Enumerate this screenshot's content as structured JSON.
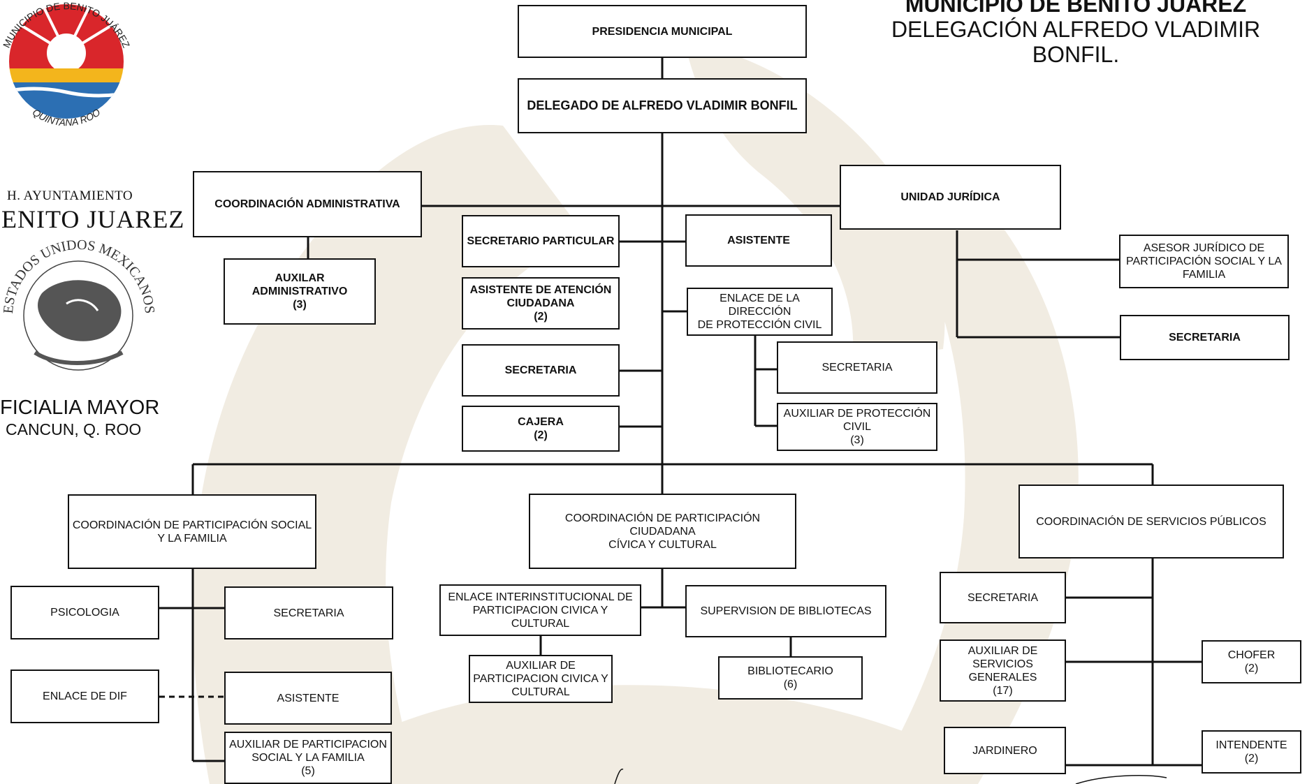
{
  "header": {
    "title": "MUNICIPIO DE BENITO JUÁREZ",
    "subtitle": "DELEGACIÓN ALFREDO VLADIMIR\nBONFIL."
  },
  "logo_seal": {
    "ring_text": "MUNICIPIO DE BENITO JUÁREZ",
    "bottom_text": "QUINTANA ROO",
    "colors": {
      "red": "#d9262b",
      "yellow": "#f3b51c",
      "blue": "#2c6fb3"
    }
  },
  "sidebar": {
    "ayuntamiento": "H. AYUNTAMIENTO",
    "name": "ENITO JUAREZ",
    "eagle_ring_text": "ESTADOS UNIDOS MEXICANOS",
    "oficialia": "FICIALIA MAYOR",
    "city": "CANCUN, Q. ROO"
  },
  "boxes": {
    "presidencia": {
      "label": "PRESIDENCIA MUNICIPAL"
    },
    "delegado": {
      "label": "DELEGADO DE ALFREDO VLADIMIR  BONFIL"
    },
    "coord_admin": {
      "label": "COORDINACIÓN ADMINISTRATIVA"
    },
    "aux_admin": {
      "label": "AUXILAR\nADMINISTRATIVO",
      "count": "(3)"
    },
    "unidad_juridica": {
      "label": "UNIDAD JURÍDICA"
    },
    "secretario_particular": {
      "label": "SECRETARIO  PARTICULAR"
    },
    "asistente_top": {
      "label": "ASISTENTE"
    },
    "asistente_atencion": {
      "label": "ASISTENTE DE ATENCIÓN\nCIUDADANA",
      "count": "(2)"
    },
    "secretaria_mid": {
      "label": "SECRETARIA"
    },
    "cajera": {
      "label": "CAJERA",
      "count": "(2)"
    },
    "enlace_proteccion": {
      "label": "ENLACE DE LA DIRECCIÓN\nDE PROTECCIÓN CIVIL"
    },
    "secretaria_pc": {
      "label": "SECRETARIA"
    },
    "auxiliar_pc": {
      "label": "AUXILIAR DE PROTECCIÓN\nCIVIL",
      "count": "(3)"
    },
    "asesor_juridico": {
      "label": "ASESOR JURÍDICO DE\nPARTICIPACIÓN SOCIAL Y LA\nFAMILIA"
    },
    "secretaria_jur": {
      "label": "SECRETARIA"
    },
    "coord_social": {
      "label": "COORDINACIÓN DE PARTICIPACIÓN SOCIAL\nY LA FAMILIA"
    },
    "coord_ciudadana": {
      "label": "COORDINACIÓN DE PARTICIPACIÓN CIUDADANA\nCÍVICA Y CULTURAL"
    },
    "coord_servicios": {
      "label": "COORDINACIÓN DE SERVICIOS PÚBLICOS"
    },
    "psicologia": {
      "label": "PSICOLOGIA"
    },
    "secretaria_soc": {
      "label": "SECRETARIA"
    },
    "enlace_dif": {
      "label": "ENLACE DE  DIF"
    },
    "asistente_soc": {
      "label": "ASISTENTE"
    },
    "aux_part_social": {
      "label": "AUXILIAR DE PARTICIPACION\nSOCIAL Y LA FAMILIA",
      "count": "(5)"
    },
    "enlace_inter": {
      "label": "ENLACE INTERINSTITUCIONAL DE\nPARTICIPACION CIVICA Y CULTURAL"
    },
    "supervision_bib": {
      "label": "SUPERVISION DE BIBLIOTECAS"
    },
    "aux_part_civica": {
      "label": "AUXILIAR DE\nPARTICIPACION CIVICA Y\nCULTURAL"
    },
    "bibliotecario": {
      "label": "BIBLIOTECARIO",
      "count": "(6)"
    },
    "secretaria_serv": {
      "label": "SECRETARIA"
    },
    "aux_serv_generales": {
      "label": "AUXILIAR DE\nSERVICIOS\nGENERALES",
      "count": "(17)"
    },
    "chofer": {
      "label": "CHOFER",
      "count": "(2)"
    },
    "jardinero": {
      "label": "JARDINERO"
    },
    "intendente": {
      "label": "INTENDENTE",
      "count": "(2)"
    }
  }
}
